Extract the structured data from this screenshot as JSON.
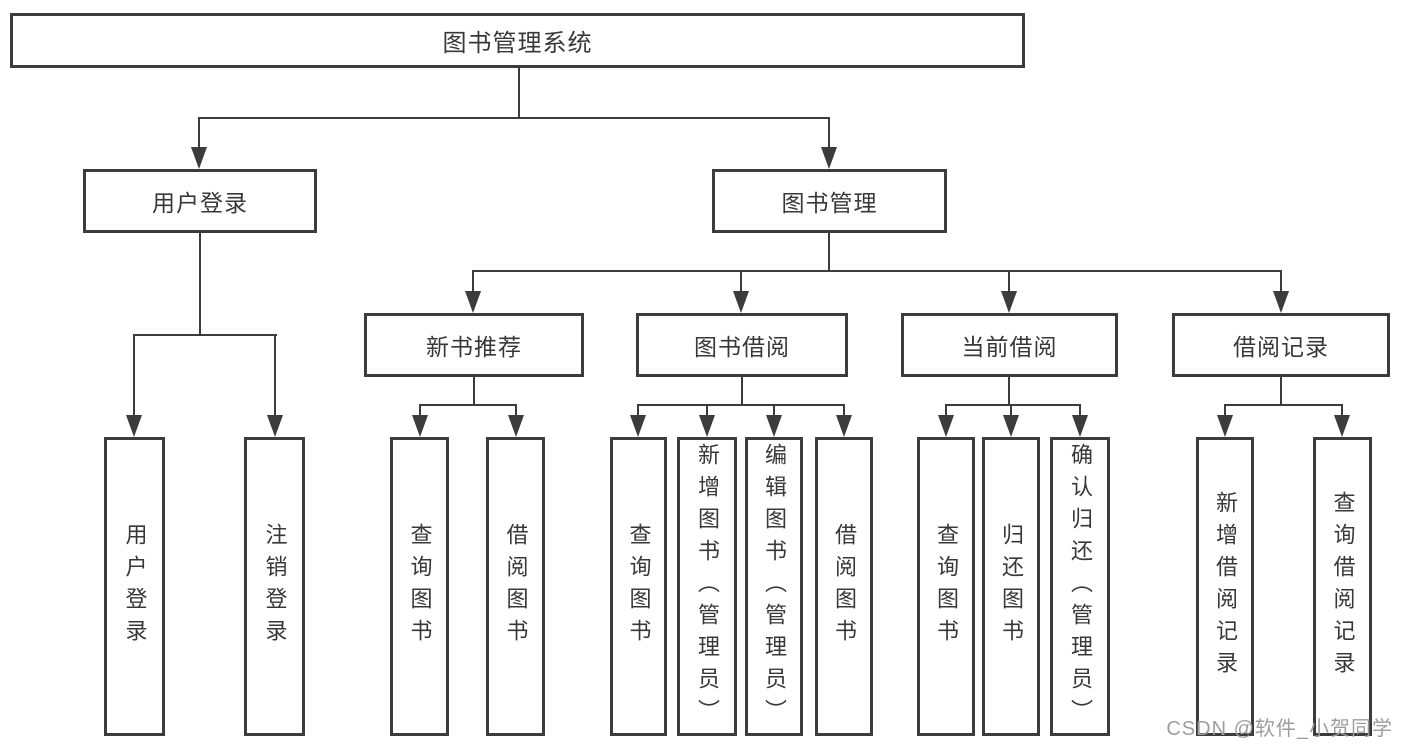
{
  "diagram": {
    "root": {
      "label": "图书管理系统"
    },
    "level2": [
      {
        "id": "user-login",
        "label": "用户登录"
      },
      {
        "id": "book-management",
        "label": "图书管理"
      }
    ],
    "level3": [
      {
        "id": "new-book-recommendation",
        "label": "新书推荐"
      },
      {
        "id": "book-borrowing",
        "label": "图书借阅"
      },
      {
        "id": "current-borrowing",
        "label": "当前借阅"
      },
      {
        "id": "borrowing-records",
        "label": "借阅记录"
      }
    ],
    "leaves": {
      "user_login": [
        "用户登录",
        "注销登录"
      ],
      "new_book_recommendation": [
        "查询图书",
        "借阅图书"
      ],
      "book_borrowing": [
        "查询图书",
        "新增图书（管理员）",
        "编辑图书（管理员）",
        "借阅图书"
      ],
      "current_borrowing": [
        "查询图书",
        "归还图书",
        "确认归还（管理员）"
      ],
      "borrowing_records": [
        "新增借阅记录",
        "查询借阅记录"
      ]
    },
    "watermark": "CSDN @软件_小贺同学",
    "colors": {
      "line": "#3c3c3c",
      "text": "#383838",
      "watermark": "#9e9e9e",
      "background": "#ffffff"
    }
  }
}
